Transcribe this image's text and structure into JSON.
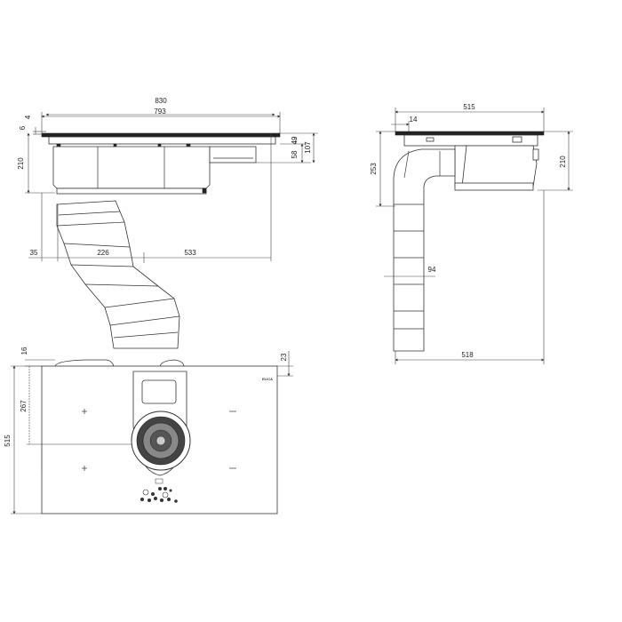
{
  "side_view": {
    "dim_830": "830",
    "dim_793": "793",
    "dim_6": "6",
    "dim_4": "4",
    "dim_210": "210",
    "dim_58": "58",
    "dim_49": "49",
    "dim_107": "107",
    "dim_35": "35",
    "dim_226": "226",
    "dim_533": "533"
  },
  "end_view": {
    "dim_515": "515",
    "dim_14": "14",
    "dim_253": "253",
    "dim_210": "210",
    "dim_94": "94",
    "dim_518": "518"
  },
  "top_view": {
    "dim_16": "16",
    "dim_23": "23",
    "dim_267": "267",
    "dim_515": "515",
    "brand_label": "ELICA"
  }
}
